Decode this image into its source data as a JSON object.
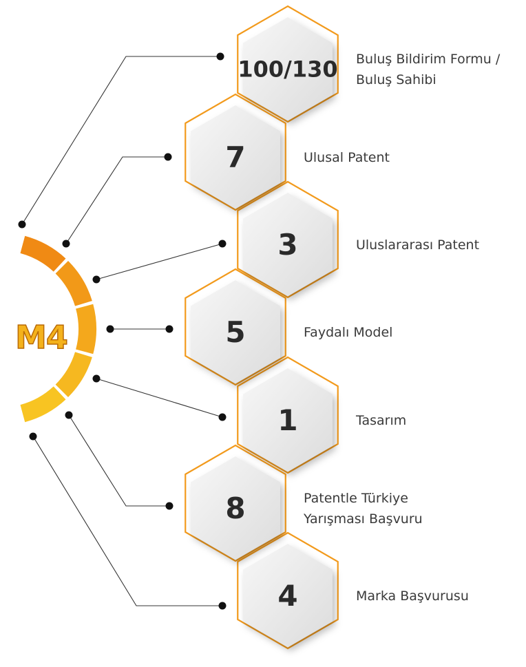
{
  "center": {
    "label": "M4",
    "colors": [
      "#f08a14",
      "#f29918",
      "#f4a81c",
      "#f6b820",
      "#f8c422"
    ]
  },
  "items": [
    {
      "value": "100/130",
      "label_lines": [
        "Buluş Bildirim Formu /",
        "Buluş Sahibi"
      ]
    },
    {
      "value": "7",
      "label_lines": [
        "Ulusal Patent"
      ]
    },
    {
      "value": "3",
      "label_lines": [
        "Uluslararası Patent"
      ]
    },
    {
      "value": "5",
      "label_lines": [
        "Faydalı Model"
      ]
    },
    {
      "value": "1",
      "label_lines": [
        "Tasarım"
      ]
    },
    {
      "value": "8",
      "label_lines": [
        "Patentle Türkiye",
        "Yarışması Başvuru"
      ]
    },
    {
      "value": "4",
      "label_lines": [
        "Marka Başvurusu"
      ]
    }
  ],
  "colors": {
    "accent": "#f29a1c",
    "hex_fill": "#ededed",
    "connector": "#333333"
  }
}
